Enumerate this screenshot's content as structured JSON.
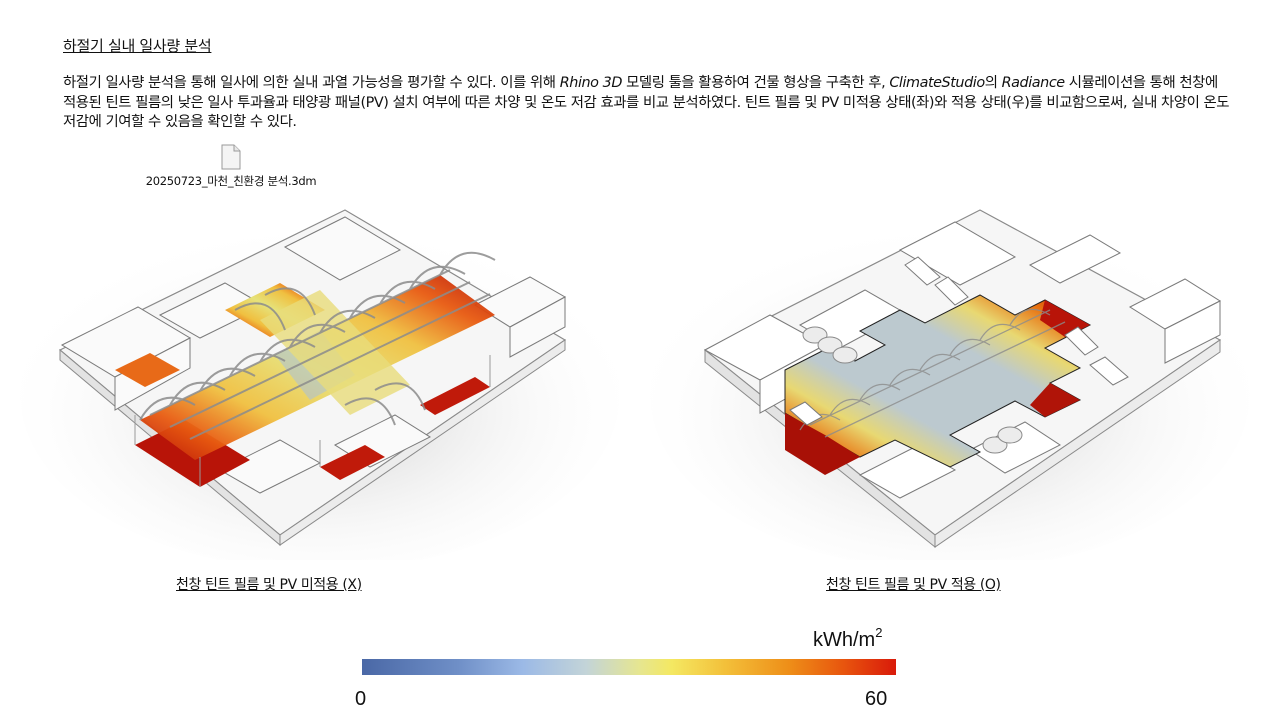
{
  "document": {
    "title": "하절기 실내 일사량 분석",
    "paragraph": {
      "segments": [
        {
          "text": "하절기 일사량 분석을 통해 일사에 의한 실내 과열 가능성을 평가할 수 있다. 이를 위해 ",
          "italic": false
        },
        {
          "text": "Rhino 3D",
          "italic": true
        },
        {
          "text": " 모델링 툴을 활용하여 건물 형상을 구축한 후, ",
          "italic": false
        },
        {
          "text": "ClimateStudio",
          "italic": true
        },
        {
          "text": "의 ",
          "italic": false
        },
        {
          "text": "Radiance",
          "italic": true
        },
        {
          "text": " 시뮬레이션을 통해 천창에 적용된 틴트 필름의 낮은 일사 투과율과 태양광 패널(PV) 설치 여부에 따른 차양 및 온도 저감 효과를 비교 분석하였다. 틴트 필름 및 PV 미적용 상태(좌)와 적용 상태(우)를 비교함으로써, 실내 차양이 온도 저감에 기여할 수 있음을 확인할 수 있다.",
          "italic": false
        }
      ]
    },
    "attachment": {
      "icon": "file-icon",
      "filename": "20250723_마천_친환경 분석.3dm"
    }
  },
  "figures": {
    "left": {
      "caption": "천창 틴트 필름 및 PV 미적용 (X)",
      "image": "isometric-building-radiation-map-without-tint-pv"
    },
    "right": {
      "caption": "천창 틴트 필름 및 PV 적용 (O)",
      "image": "isometric-building-radiation-map-with-tint-pv"
    }
  },
  "legend": {
    "unit": "kWh/m",
    "unit_superscript": "2",
    "min_label": "0",
    "max_label": "60",
    "colors": [
      "#4a68a6",
      "#9bb9e6",
      "#f4e862",
      "#ee8e18",
      "#d91a0a"
    ]
  }
}
